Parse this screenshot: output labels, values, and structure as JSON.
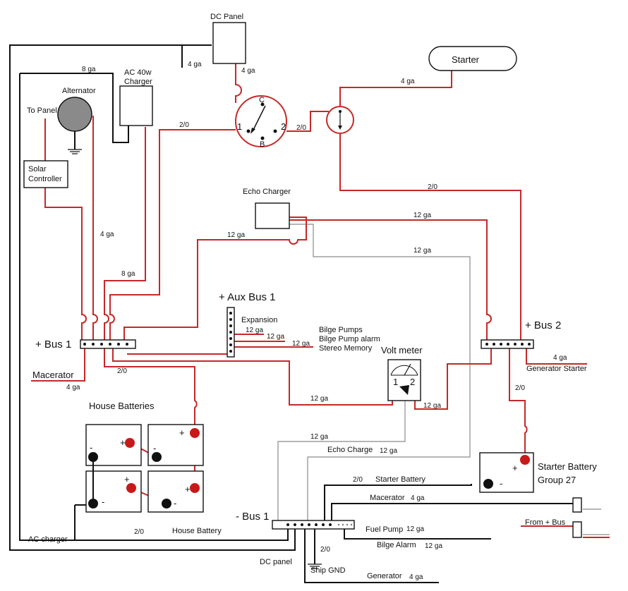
{
  "components": {
    "dc_panel": "DC Panel",
    "starter": "Starter",
    "ac_charger_40w": [
      "AC 40w",
      "Charger"
    ],
    "alternator": "Alternator",
    "to_panel": "To Panel",
    "solar_controller": [
      "Solar",
      "Controller"
    ],
    "echo_charger": "Echo Charger",
    "aux_bus_1": "+ Aux Bus 1",
    "expansion": "Expansion",
    "bilge_pumps": "Bilge Pumps",
    "bilge_pump_alarm": "Bilge Pump alarm",
    "stereo_memory": "Stereo Memory",
    "bus_1_pos": "+ Bus 1",
    "bus_2_pos": "+ Bus 2",
    "volt_meter": "Volt meter",
    "macerator": "Macerator",
    "house_batteries": "House Batteries",
    "starter_battery": [
      "Starter Battery",
      "Group 27"
    ],
    "generator_starter": "Generator Starter",
    "bus_1_neg": "- Bus 1",
    "ac_charger": "AC charger",
    "house_battery": "House Battery",
    "dc_panel_low": "DC panel",
    "ship_gnd": "Ship GND",
    "generator": "Generator",
    "echo_charge": "Echo Charge",
    "starter_battery_neg": "Starter Battery",
    "macerator_neg": "Macerator",
    "fuel_pump": "Fuel Pump",
    "bilge_alarm": "Bilge Alarm",
    "from_bus": "From + Bus"
  },
  "switch": {
    "pos_c": "C",
    "pos_1": "1",
    "pos_2": "2",
    "pos_b": "B"
  },
  "voltmeter_terminals": {
    "t1": "1",
    "t2": "2"
  },
  "gauges": {
    "g4": "4 ga",
    "g8": "8 ga",
    "g12": "12 ga",
    "g20": "2/0"
  },
  "colors": {
    "positive_wire": "#c62828",
    "negative_wire": "#111111",
    "signal_wire": "#8a8a8a"
  }
}
